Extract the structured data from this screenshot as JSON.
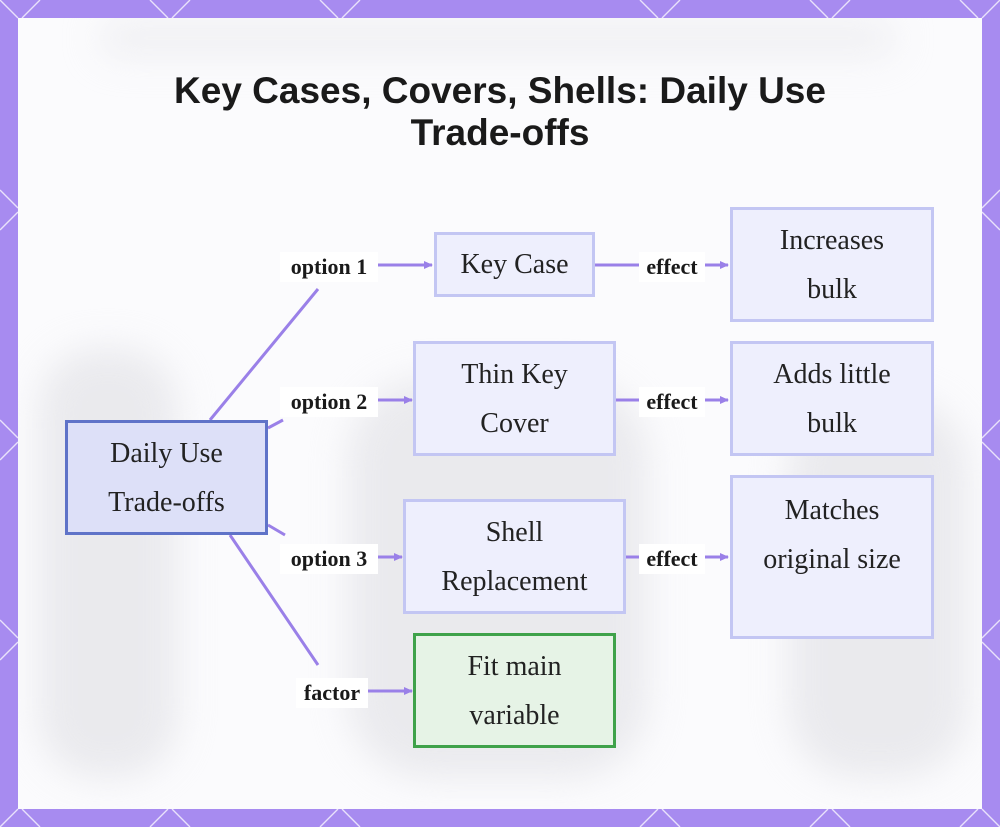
{
  "title": [
    "Key Cases, Covers, Shells: Daily Use",
    "Trade-offs"
  ],
  "colors": {
    "frame": "#a78bf0",
    "panel": "#fbfbfd",
    "edge": "#9a80e8",
    "root_fill": "#dde0f8",
    "root_border": "#5f73c8",
    "node_fill": "#eeeffd",
    "node_border": "#c3c6f3",
    "green_fill": "#e6f3e6",
    "green_border": "#3fa24a"
  },
  "nodes": {
    "root": [
      "Daily Use",
      "Trade-offs"
    ],
    "key_case": [
      "Key Case"
    ],
    "thin_cover": [
      "Thin Key",
      "Cover"
    ],
    "shell": [
      "Shell",
      "Replacement"
    ],
    "fit": [
      "Fit main",
      "variable"
    ],
    "eff1": [
      "Increases",
      "bulk"
    ],
    "eff2": [
      "Adds little",
      "bulk"
    ],
    "eff3": [
      "Matches",
      "original size"
    ]
  },
  "edge_labels": {
    "option1": "option 1",
    "option2": "option 2",
    "option3": "option 3",
    "factor": "factor",
    "effect1": "effect",
    "effect2": "effect",
    "effect3": "effect"
  }
}
